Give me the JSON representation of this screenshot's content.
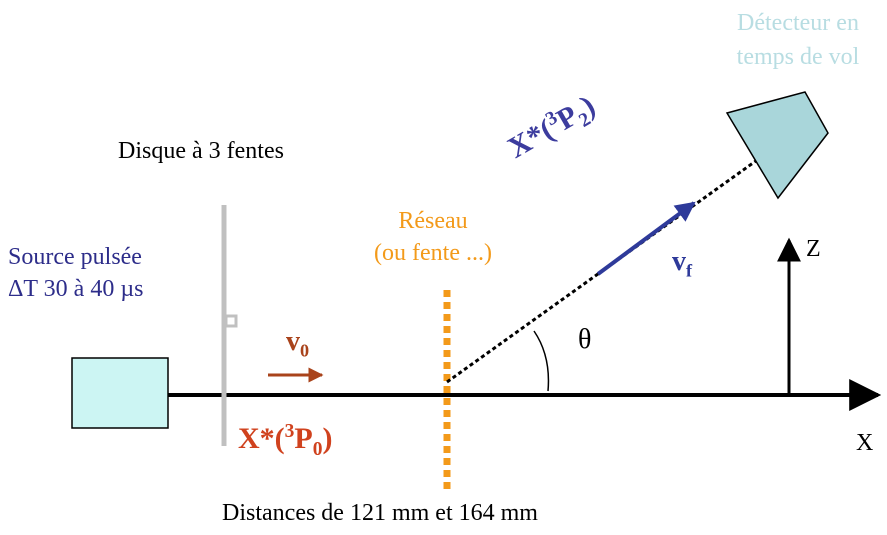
{
  "labels": {
    "detector_line1": "Détecteur en",
    "detector_line2": "temps de vol",
    "disk": "Disque à 3 fentes",
    "grating_line1": "Réseau",
    "grating_line2": "(ou fente ...)",
    "source_line1": "Source pulsée",
    "source_line2": "ΔT 30 à 40 µs",
    "v0_main": "v",
    "v0_sub": "0",
    "vf_main": "v",
    "vf_sub": "f",
    "theta": "θ",
    "axis_z": "Z",
    "axis_x": "X",
    "state0_prefix": "X*(",
    "state0_sup": "3",
    "state0_main": "P",
    "state0_sub": "0",
    "state0_suffix": ")",
    "state2_prefix": "X*(",
    "state2_sup": "3",
    "state2_main": "P",
    "state2_sub": "2",
    "state2_suffix": ")",
    "distances": "Distances de 121 mm et 164 mm"
  },
  "colors": {
    "detector": "#a9d6da",
    "detector_text": "#b8dde2",
    "source_fill": "#ccf5f3",
    "disk": "#c0c0c0",
    "grating": "#f39a1a",
    "grating_text": "#f39a1a",
    "beam": "#000000",
    "v0": "#a9431b",
    "state0": "#d0421e",
    "state2": "#3c3c9e",
    "vf": "#2e3a9a",
    "source_text": "#2d2d8a"
  }
}
